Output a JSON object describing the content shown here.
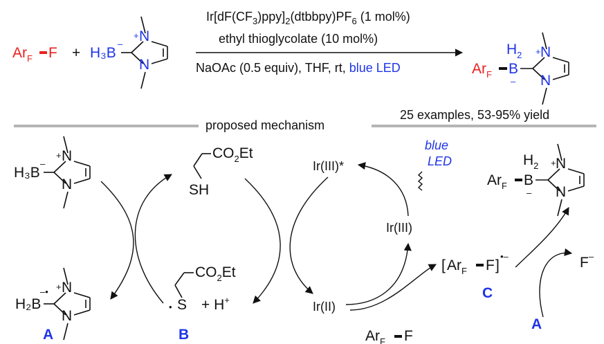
{
  "reaction": {
    "substrate": {
      "ar": "Ar",
      "sub_f": "F",
      "atom": "F"
    },
    "plus": "+",
    "nhc_borane": {
      "h3b": "H₃B",
      "charge_minus": "–",
      "charge_plus": "+",
      "n": "N"
    },
    "conditions": {
      "catalyst_lead": "Ir[dF(CF",
      "catalyst_sub1": "3",
      "catalyst_mid": ")ppy]",
      "catalyst_sub2": "2",
      "catalyst_tail": "(dtbbpy)PF",
      "catalyst_sub3": "6",
      "catalyst_loading": " (1 mol%)",
      "hat_catalyst": "ethyl thioglycolate (10 mol%)",
      "base_solvent": "NaOAc (0.5 equiv), THF, rt, ",
      "light": "blue LED"
    },
    "product": {
      "ar": "Ar",
      "sub_f": "F",
      "b": "B",
      "h2": "H",
      "h2_sub": "2",
      "charge_minus": "–",
      "charge_plus": "+",
      "n": "N"
    }
  },
  "scope": "25 examples,  53-95% yield",
  "mechanism_title": "proposed mechanism",
  "mechanism": {
    "nhc_borane": {
      "h3b": "H₃B",
      "charge_minus": "–",
      "charge_plus": "+",
      "n": "N"
    },
    "boryl_radical": {
      "h2b": "H₂B",
      "radical_minus": "–•",
      "charge_plus": "+",
      "n": "N",
      "label": "A"
    },
    "thiol": {
      "co2et": "CO",
      "co2et_sub": "2",
      "co2et_tail": "Et",
      "sh": "SH"
    },
    "thiyl": {
      "co2et": "CO",
      "co2et_sub": "2",
      "co2et_tail": "Et",
      "s": "S",
      "dot": "•",
      "proton": "+ H",
      "proton_charge": "+",
      "label": "B"
    },
    "ir_excited": "Ir(III)*",
    "ir_iii": "Ir(III)",
    "ir_ii": "Ir(II)",
    "light_line1": "blue",
    "light_line2": "LED",
    "radical_anion": {
      "ar": "Ar",
      "sub_f": "F",
      "f": "F",
      "charge": "•–",
      "label": "C"
    },
    "arf_bottom": {
      "ar": "Ar",
      "sub_f": "F",
      "f": "F"
    },
    "fluoride": {
      "f": "F",
      "charge": "–"
    },
    "product": {
      "ar": "Ar",
      "sub_f": "F",
      "b": "B",
      "h2": "H",
      "h2_sub": "2",
      "charge_minus": "–",
      "charge_plus": "+",
      "n": "N"
    },
    "a_label": "A"
  },
  "colors": {
    "red": "#e8211f",
    "blue": "#1f35e6",
    "gray_bar": "#b5b5b5",
    "ink": "#111111"
  }
}
